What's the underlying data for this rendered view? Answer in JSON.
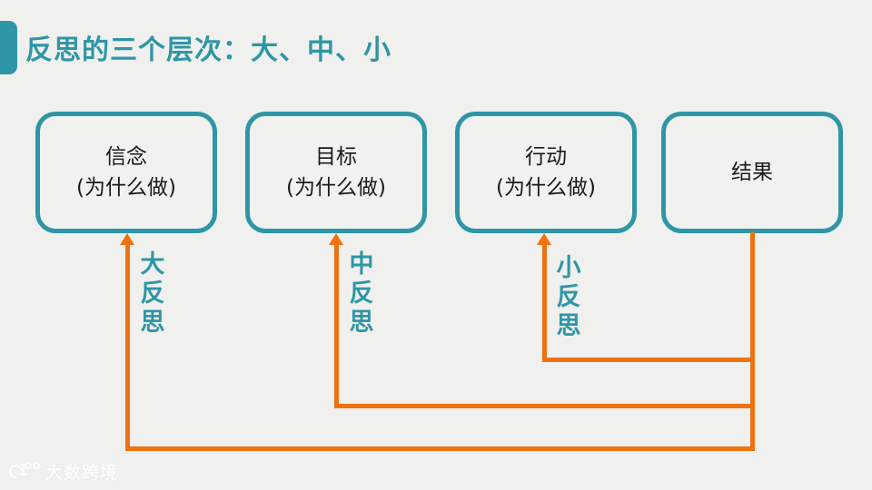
{
  "slide": {
    "title": "反思的三个层次：大、中、小"
  },
  "boxes": [
    {
      "line1": "信念",
      "line2": "(为什么做)"
    },
    {
      "line1": "目标",
      "line2": "(为什么做)"
    },
    {
      "line1": "行动",
      "line2": "(为什么做)"
    },
    {
      "line1": "结果",
      "line2": ""
    }
  ],
  "arrow_labels": [
    {
      "text": "大反思"
    },
    {
      "text": "中反思"
    },
    {
      "text": "小反思"
    }
  ],
  "watermark": {
    "logo_number": "1",
    "text": "大数跨境"
  },
  "colors": {
    "teal": "#2E96A6",
    "orange": "#EF7110",
    "background": "#F0F0EE",
    "box_text": "#1A1A1A"
  }
}
